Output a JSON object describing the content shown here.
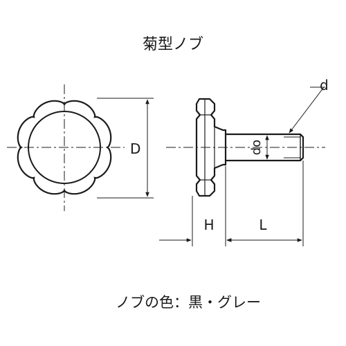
{
  "title": "菊型ノブ",
  "labels": {
    "diameter_outer": "D",
    "thread_diameter": "d",
    "shank_diameter": "do",
    "head_height": "H",
    "shank_length": "L"
  },
  "caption": "ノブの色：黒・グレー",
  "colors": {
    "line": "#1a1a1a",
    "background": "#ffffff"
  }
}
